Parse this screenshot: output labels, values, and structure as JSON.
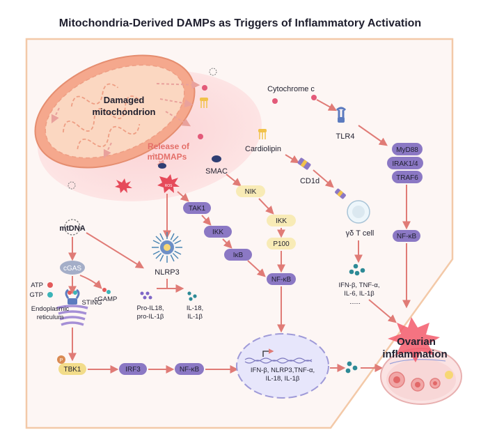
{
  "title": "Mitochondria-Derived DAMPs as Triggers of Inflammatory Activation",
  "mito": {
    "damaged": "Damaged",
    "mitochondrion": "mitochondrion",
    "release_of": "Release of",
    "mtdmaps": "mtDMAPs",
    "ros_label": "ROS"
  },
  "labels": {
    "cytochrome_c": "Cytochrome c",
    "tlr4": "TLR4",
    "cardiolipin": "Cardiolipin",
    "cd1d": "CD1d",
    "smac": "SMAC",
    "gd_t_cell": "γδ T cell",
    "mtdna": "mtDNA",
    "cgas": "cGAS",
    "atp": "ATP",
    "gtp": "GTP",
    "cgamp": "cGAMP",
    "sting": "STING",
    "er_1": "Endoplasmic",
    "er_2": "reticulum",
    "nlrp3": "NLRP3",
    "pro_il18": "Pro-IL18,",
    "pro_il1b": "pro-IL-1β",
    "il18": "IL-18,",
    "il1b": "IL-1β",
    "cyt_1": "IFN-β, TNF-α,",
    "cyt_2": "IL-6, IL-1β",
    "cyt_3": "......",
    "nuc_1": "IFN-β, NLRP3,TNF-α,",
    "nuc_2": "IL-18, IL-1β",
    "ovarian_1": "Ovarian",
    "ovarian_2": "inflammation",
    "phospho": "P"
  },
  "pills": {
    "myd88": "MyD88",
    "irak": "IRAK1/4",
    "traf6": "TRAF6",
    "nfkb_right": "NF-κB",
    "nik": "NIK",
    "ikk_center": "IKK",
    "p100": "P100",
    "nfkb_center": "NF-κB",
    "tak1": "TAK1",
    "ikk_left": "IKK",
    "ikb": "IκB",
    "tbk1": "TBK1",
    "irf3": "IRF3",
    "nfkb_bottom": "NF-κB"
  },
  "colors": {
    "purple_pill": "#8b78c4",
    "yellow_pill": "#f8ebb6",
    "arrow": "#e07b76",
    "mito_body": "#f6a98e",
    "cell_bg": "#fdf5f3",
    "nucleus": "#e7e6fb",
    "burst": "#f35a6b"
  }
}
